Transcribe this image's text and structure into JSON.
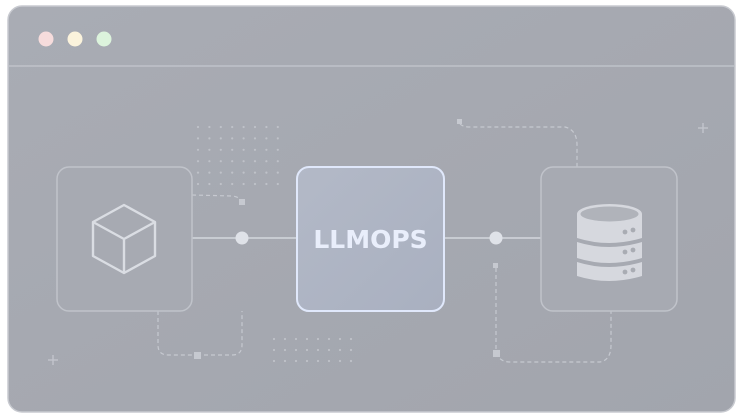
{
  "window": {
    "controls": [
      "close",
      "minimize",
      "maximize"
    ]
  },
  "diagram": {
    "center_label": "LLMOPS",
    "left_node_icon": "cube-icon",
    "right_node_icon": "database-icon"
  },
  "colors": {
    "background": "#a4a7af",
    "accent_border": "#dfe8fb",
    "close": "#f6dcdc",
    "minimize": "#fbf3dc",
    "maximize": "#dcf3dc"
  }
}
